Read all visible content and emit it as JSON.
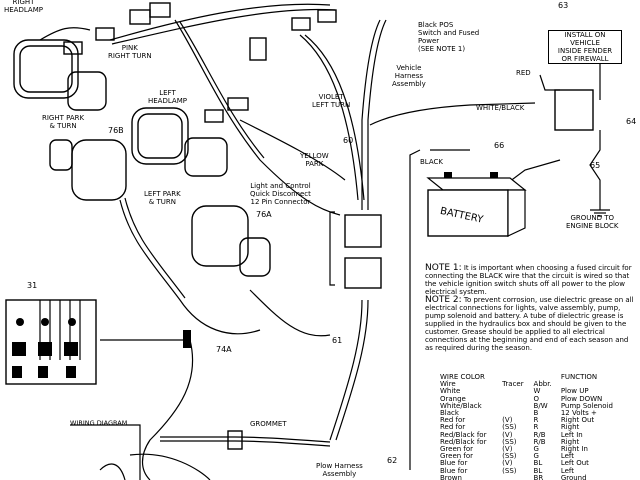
{
  "diagram": {
    "battery_label": "BATTERY",
    "labels": {
      "right_headlamp": "RIGHT\nHEADLAMP",
      "pink_right_turn": "PINK\nRIGHT TURN",
      "right_park_turn": "RIGHT PARK\n& TURN",
      "left_headlamp": "LEFT\nHEADLAMP",
      "violet_left_turn": "VIOLET\nLEFT TURN",
      "yellow_park": "YELLOW\nPARK",
      "left_park_turn": "LEFT PARK\n& TURN",
      "quick_disconnect": "Light and Control\nQuick Disconnect\n12 Pin Connector",
      "black_pos_switch": "Black POS\nSwitch and Fused\nPower\n(SEE NOTE 1)",
      "vehicle_harness": "Vehicle\nHarness\nAssembly",
      "install_on_vehicle": "INSTALL ON\nVEHICLE\nINSIDE FENDER\nOR FIREWALL",
      "red": "RED",
      "white_black": "WHITE/BLACK",
      "black": "BLACK",
      "ground_engine_block": "GROUND TO\nENGINE BLOCK",
      "grommet": "GROMMET",
      "plow_harness": "Plow Harness\nAssembly",
      "wiring_diagram": "WIRING DIAGRAM"
    },
    "refs": {
      "r76b": "76B",
      "r76a": "76A",
      "r60": "60",
      "r61": "61",
      "r62": "62",
      "r66": "66",
      "r65": "65",
      "r64": "64",
      "r63": "63",
      "r31": "31",
      "r74a": "74A"
    }
  },
  "notes": {
    "note1_heading": "NOTE 1:",
    "note1_text": "It is important when choosing a fused circuit for connecting the BLACK wire that the circuit is wired so that the vehicle ignition switch shuts off all power to the plow electrical system.",
    "note2_heading": "NOTE 2:",
    "note2_text": "To prevent corrosion, use dielectric grease on all electrical connections for lights, valve assembly, pump, pump solenoid and battery. A tube of dielectric grease is supplied in the hydraulics box and should be given to the customer. Grease should be applied to all electrical connections at the beginning and end of each season and as required during the season."
  },
  "legend": {
    "header_wire_color": "WIRE COLOR",
    "header_function": "FUNCTION",
    "sub_wire": "Wire",
    "sub_tracer": "Tracer",
    "sub_abbr": "Abbr.",
    "rows": [
      {
        "wire": "White",
        "tracer": "",
        "abbr": "W",
        "function": "Plow UP"
      },
      {
        "wire": "Orange",
        "tracer": "",
        "abbr": "O",
        "function": "Plow DOWN"
      },
      {
        "wire": "White/Black",
        "tracer": "",
        "abbr": "B/W",
        "function": "Pump Solenoid"
      },
      {
        "wire": "Black",
        "tracer": "",
        "abbr": "B",
        "function": "12 Volts +"
      },
      {
        "wire": "Red  for",
        "tracer": "(V)",
        "abbr": "R",
        "function": "Right Out"
      },
      {
        "wire": "Red  for",
        "tracer": "(SS)",
        "abbr": "R",
        "function": "Right"
      },
      {
        "wire": "Red/Black for",
        "tracer": "(V)",
        "abbr": "R/B",
        "function": "Left In"
      },
      {
        "wire": "Red/Black for",
        "tracer": "(SS)",
        "abbr": "R/B",
        "function": "Right"
      },
      {
        "wire": "Green  for",
        "tracer": "(V)",
        "abbr": "G",
        "function": "Right In"
      },
      {
        "wire": "Green  for",
        "tracer": "(SS)",
        "abbr": "G",
        "function": "Left"
      },
      {
        "wire": "Blue  for",
        "tracer": "(V)",
        "abbr": "BL",
        "function": "Left Out"
      },
      {
        "wire": "Blue  for",
        "tracer": "(SS)",
        "abbr": "BL",
        "function": "Left"
      },
      {
        "wire": "Brown",
        "tracer": "",
        "abbr": "BR",
        "function": "Ground"
      }
    ]
  }
}
